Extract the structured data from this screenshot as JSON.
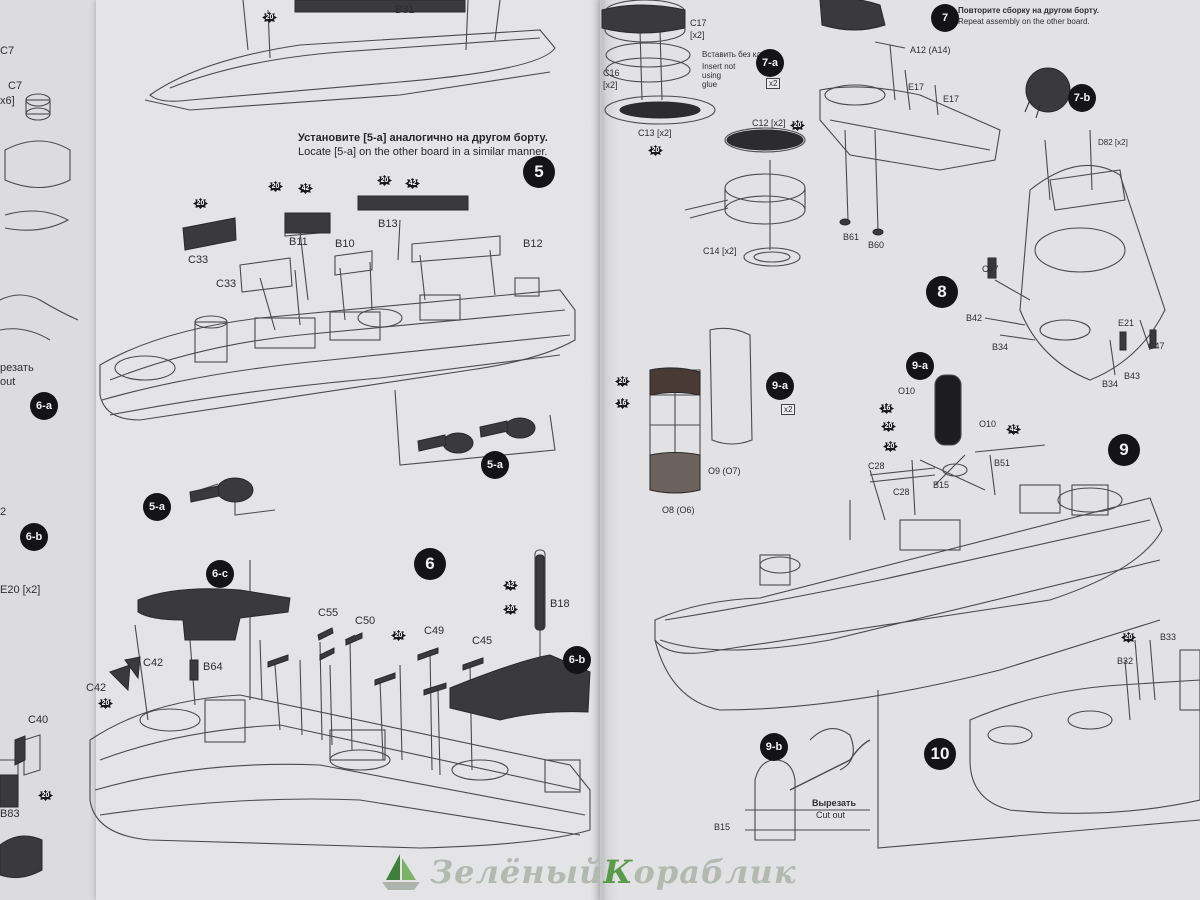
{
  "left_strip": {
    "labels": [
      "C7",
      "x6]",
      "резать",
      "out",
      "2",
      "E20 [x2]",
      "C40",
      "B83"
    ],
    "steps": [
      "6-a",
      "6-b"
    ],
    "badge": "20"
  },
  "step5": {
    "number": "5",
    "text_ru": "Установите [5-а] аналогично на другом борту.",
    "text_en": "Locate [5-a] on the other board in a similar manner.",
    "parts": [
      "C33",
      "B11",
      "B10",
      "B13",
      "B12",
      "C33",
      "B31"
    ],
    "sub": "5-a",
    "badges": [
      "20",
      "20",
      "42",
      "20",
      "42",
      "20"
    ]
  },
  "step6": {
    "number": "6",
    "sub_c": "6-c",
    "sub_b": "6-b",
    "parts": [
      "C42",
      "B64",
      "C42",
      "C55",
      "C50",
      "C49",
      "C45",
      "B18"
    ],
    "badges": [
      "20",
      "20",
      "42",
      "20"
    ]
  },
  "right_top": {
    "parts": [
      "C17",
      "[x2]",
      "C16",
      "[x2]",
      "C13 [x2]",
      "C12 [x2]",
      "C14 [x2]"
    ],
    "note_ru": "Вставить без клея",
    "note_en": "Insert not using glue",
    "sub": "7-a",
    "box": "x2",
    "badges": [
      "20",
      "20"
    ]
  },
  "step7": {
    "number": "7",
    "text_ru": "Повторите сборку на другом борту.",
    "text_en": "Repeat assembly on the other board.",
    "parts": [
      "A12 (A14)",
      "E17",
      "E17",
      "B61",
      "B60"
    ],
    "sub": "7-b",
    "side_parts": [
      "D82 [x2]"
    ]
  },
  "step8": {
    "number": "8",
    "parts": [
      "C47",
      "B42",
      "B34",
      "E21",
      "C47",
      "B34",
      "B43"
    ]
  },
  "step9": {
    "number": "9",
    "sub_a": "9-a",
    "sub_b": "9-b",
    "parts": [
      "O9 (O7)",
      "O8 (O6)",
      "O10",
      "O10",
      "B51",
      "C28",
      "C28",
      "B15"
    ],
    "box": "x2",
    "badges": [
      "20",
      "16",
      "16",
      "20",
      "20",
      "42"
    ],
    "cut_ru": "Вырезать",
    "cut_en": "Cut out",
    "cut_part": "B15"
  },
  "step10": {
    "number": "10",
    "parts": [
      "B33",
      "B32"
    ],
    "badge": "20"
  },
  "watermark": {
    "part1": "Зелёный ",
    "part2": "К",
    "part3": "орабл",
    "part4": "и",
    "part5": "к"
  }
}
